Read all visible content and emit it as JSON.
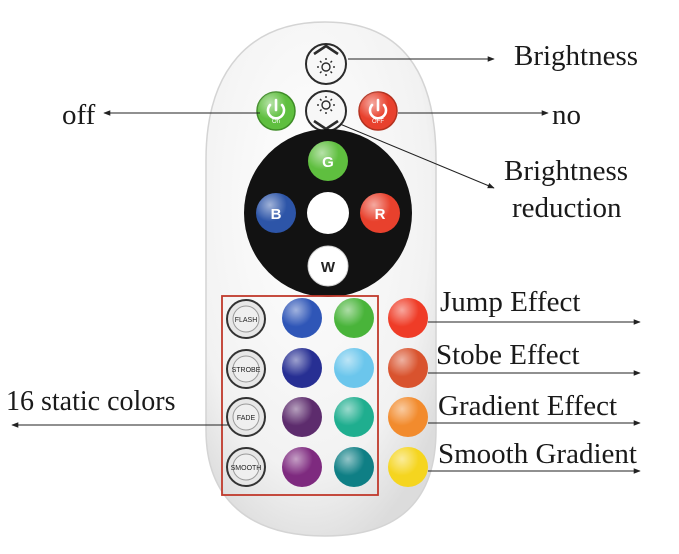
{
  "labels": {
    "brightness": "Brightness",
    "off": "off",
    "on": "no",
    "brightness_reduction_line1": "Brightness",
    "brightness_reduction_line2": "reduction",
    "jump": "Jump Effect",
    "strobe": "Stobe Effect",
    "gradient": "Gradient Effect",
    "smooth": "Smooth Gradient",
    "static": "16 static colors"
  },
  "remote": {
    "power_on_tag": "On",
    "power_off_tag": "OFF",
    "green_key": "G",
    "red_key": "R",
    "blue_key": "B",
    "white_key": "W",
    "mode_keys": [
      "FLASH",
      "STROBE",
      "FADE",
      "SMOOTH"
    ],
    "colors": {
      "body": "#f3f3f3",
      "ring": "#121212",
      "green": "#5fbf3f",
      "red": "#e8412d",
      "blue": "#2d55a8",
      "highlight_box": "#c0392b"
    },
    "swatches": [
      [
        "#2f56b7",
        "#49b43a",
        "#ef3c27"
      ],
      [
        "#272f93",
        "#6bc6ec",
        "#d9532e"
      ],
      [
        "#5d2c6d",
        "#1fae8f",
        "#f28b2d"
      ],
      [
        "#7e2a7f",
        "#0f7f85",
        "#f5d51f"
      ]
    ]
  }
}
